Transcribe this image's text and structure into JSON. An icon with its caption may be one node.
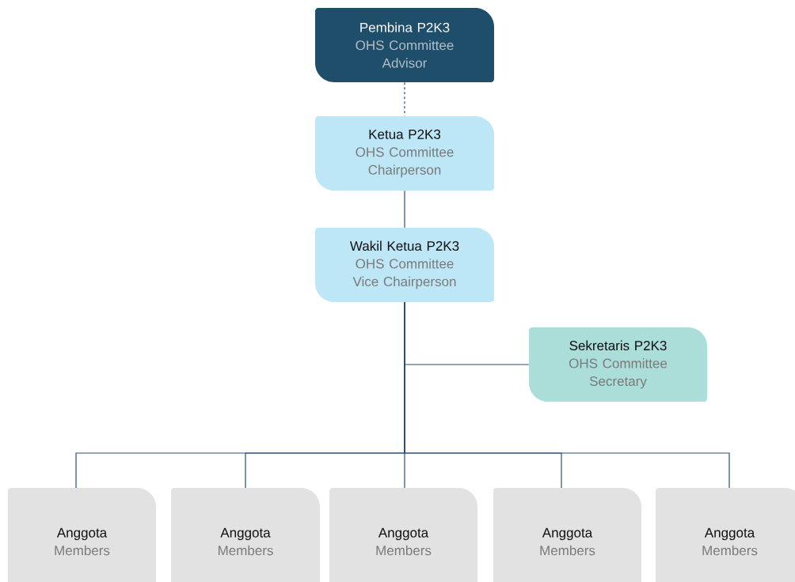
{
  "diagram": {
    "nodes": [
      {
        "text": [
          "Pembina P2K3",
          "OHS Committee Advisor"
        ]
      },
      {
        "text": [
          "Ketua P2K3",
          "OHS Committee Chairperson"
        ]
      },
      {
        "text": [
          "Wakil Ketua P2K3",
          "OHS Committee Vice Chairperson"
        ]
      },
      {
        "text": [
          "Sekretaris P2K3",
          "OHS Committee Secretary"
        ]
      },
      {
        "text": [
          "Anggota",
          "Members"
        ]
      },
      {
        "text": [
          "Anggota",
          "Members"
        ]
      },
      {
        "text": [
          "Anggota",
          "Members"
        ]
      },
      {
        "text": [
          "Anggota",
          "Members"
        ]
      },
      {
        "text": [
          "Anggota",
          "Members"
        ]
      }
    ],
    "edges": [
      {
        "from": 0,
        "to": 1,
        "arrow": "none",
        "style": "dashed"
      },
      {
        "from": 1,
        "to": 2,
        "arrow": "none"
      },
      {
        "from": 2,
        "to": 3,
        "arrow": "none"
      },
      {
        "from": 2,
        "to": 4,
        "arrow": "none"
      },
      {
        "from": 2,
        "to": 5,
        "arrow": "none"
      },
      {
        "from": 2,
        "to": 6,
        "arrow": "none"
      },
      {
        "from": 2,
        "to": 7,
        "arrow": "none"
      },
      {
        "from": 2,
        "to": 8,
        "arrow": "none"
      }
    ]
  }
}
